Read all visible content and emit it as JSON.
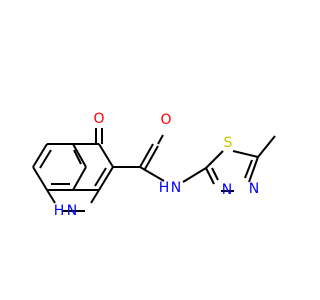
{
  "molecule": {
    "colors": {
      "bond": "#000000",
      "oxygen": "#ff0000",
      "nitrogen": "#0000ff",
      "sulfur": "#c8c800"
    },
    "atoms": {
      "o1": "O",
      "o2": "O",
      "n_amide": "N",
      "h_amide": "H",
      "s": "S",
      "n_ring_1": "N",
      "n_ring_2": "N",
      "nh_ring": "N",
      "h_ring": "H"
    }
  }
}
